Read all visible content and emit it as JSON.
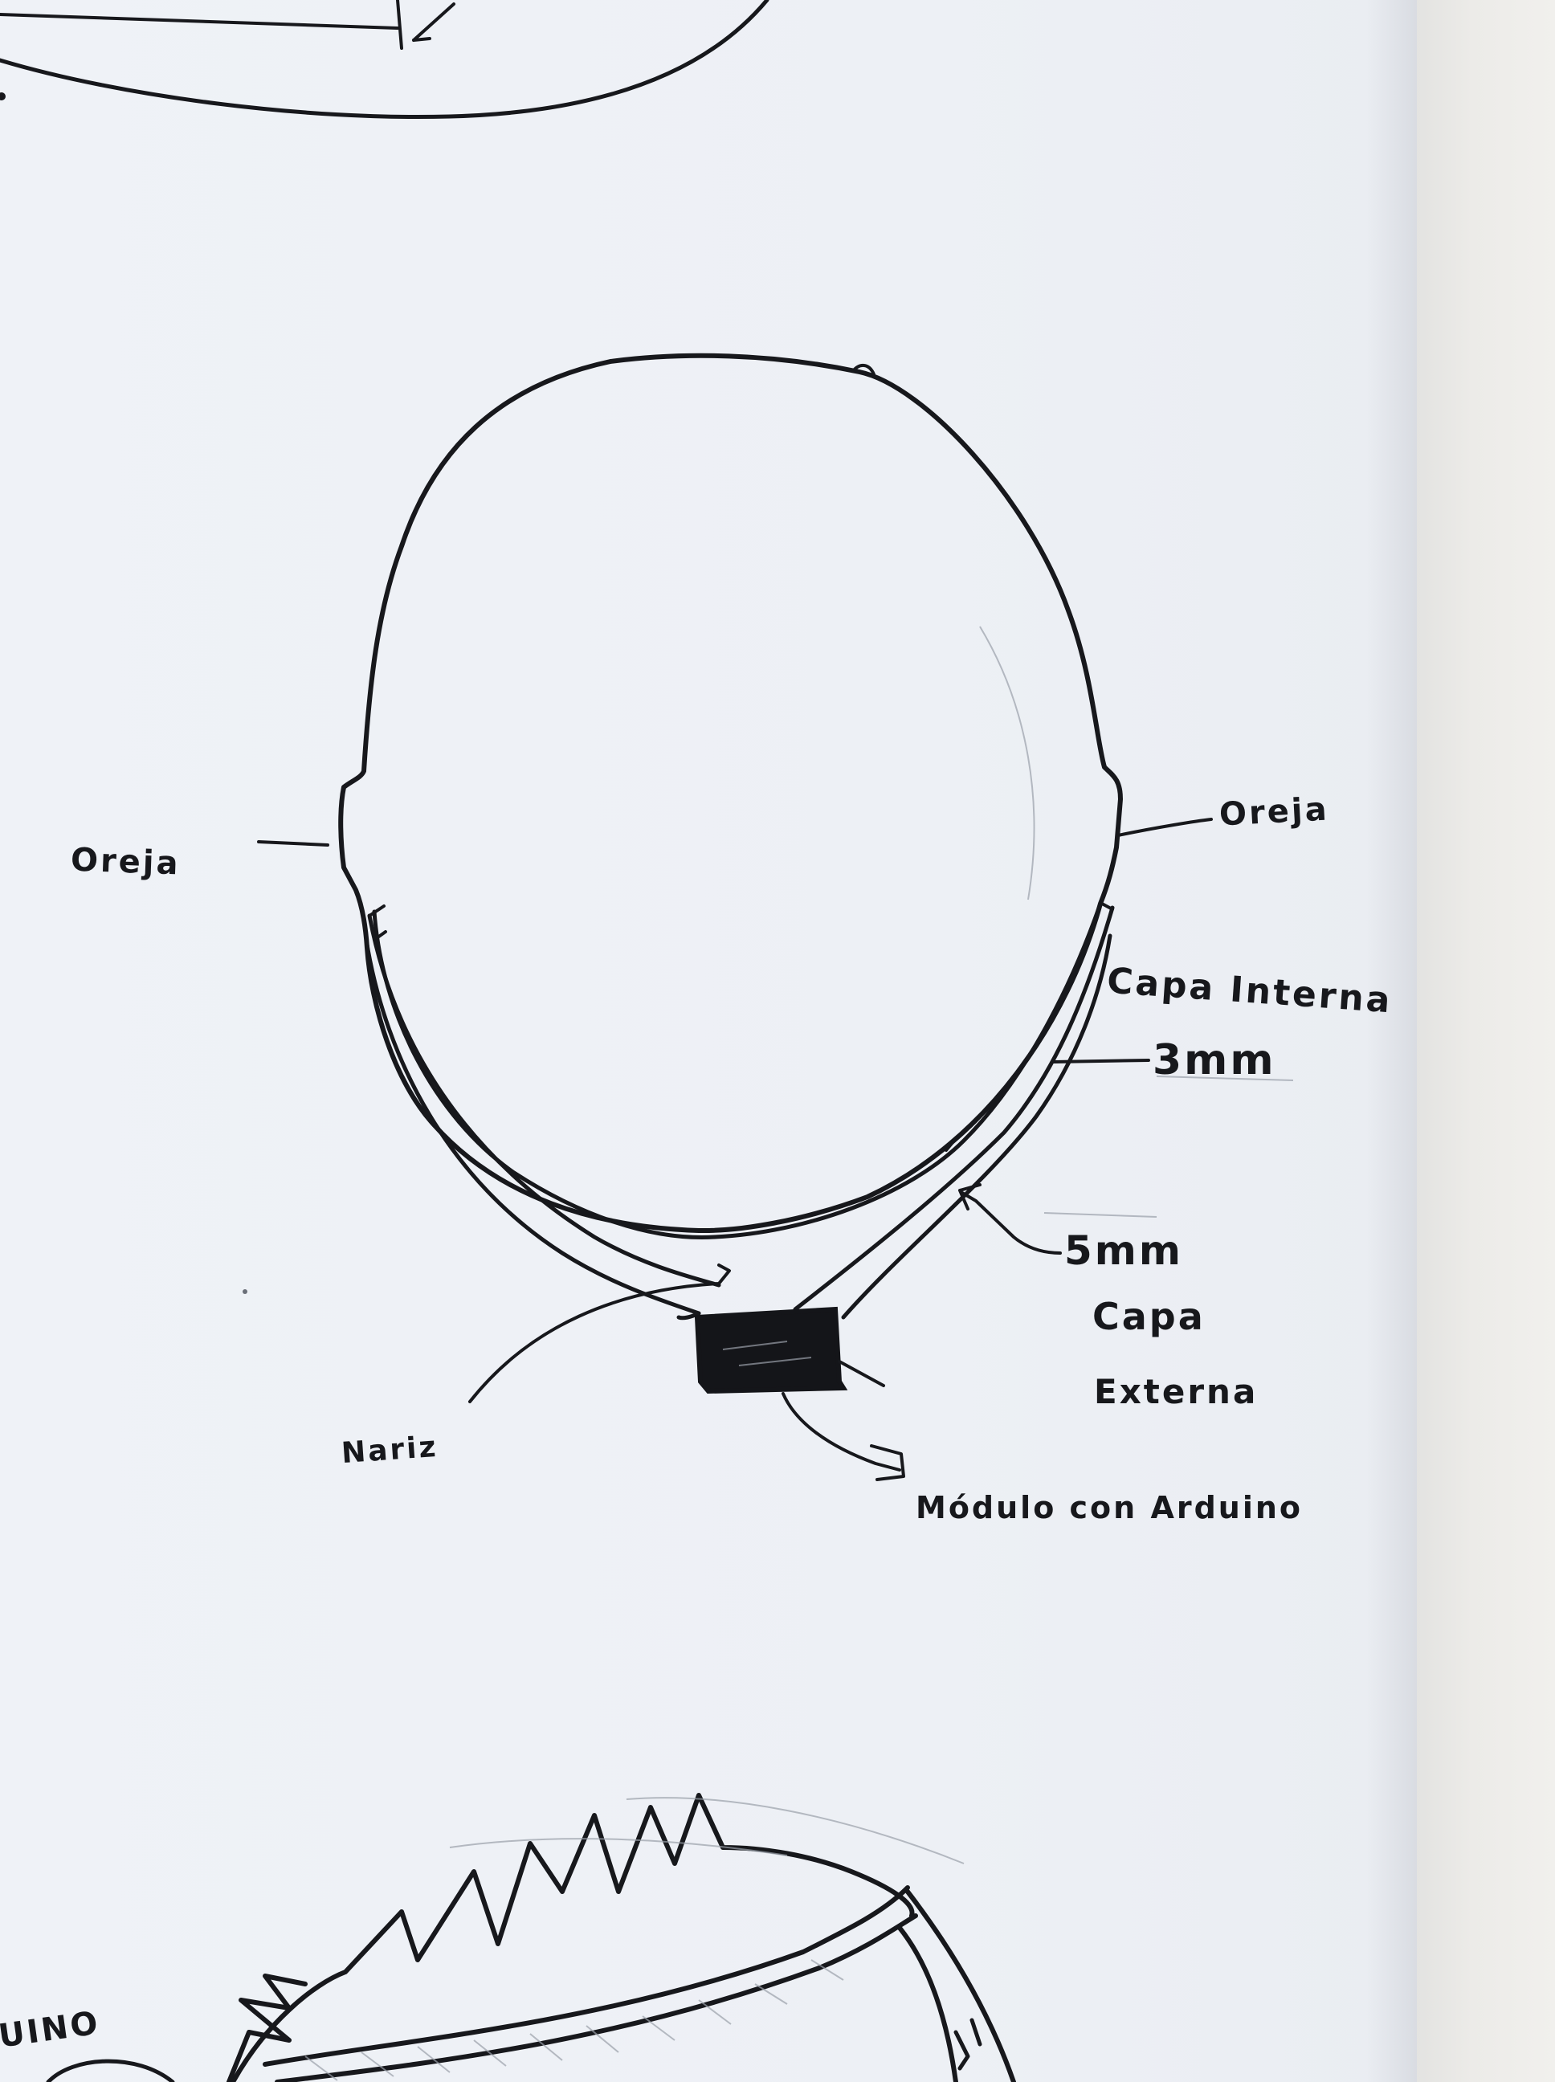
{
  "labels": {
    "ear_left": "Oreja",
    "ear_right": "Oreja",
    "inner_layer_line1": "Capa Interna",
    "inner_layer_thickness": "3mm",
    "outer_layer_thickness": "5mm",
    "outer_layer_line1": "Capa",
    "outer_layer_line2": "Externa",
    "nose": "Nariz",
    "module": "Módulo con Arduino",
    "partial_bottom_left": "UINO"
  },
  "colors": {
    "ink": "#17181c",
    "paper": "#eef0f4",
    "wall": "#ecebe8",
    "pencil": "#9aa0aa"
  }
}
